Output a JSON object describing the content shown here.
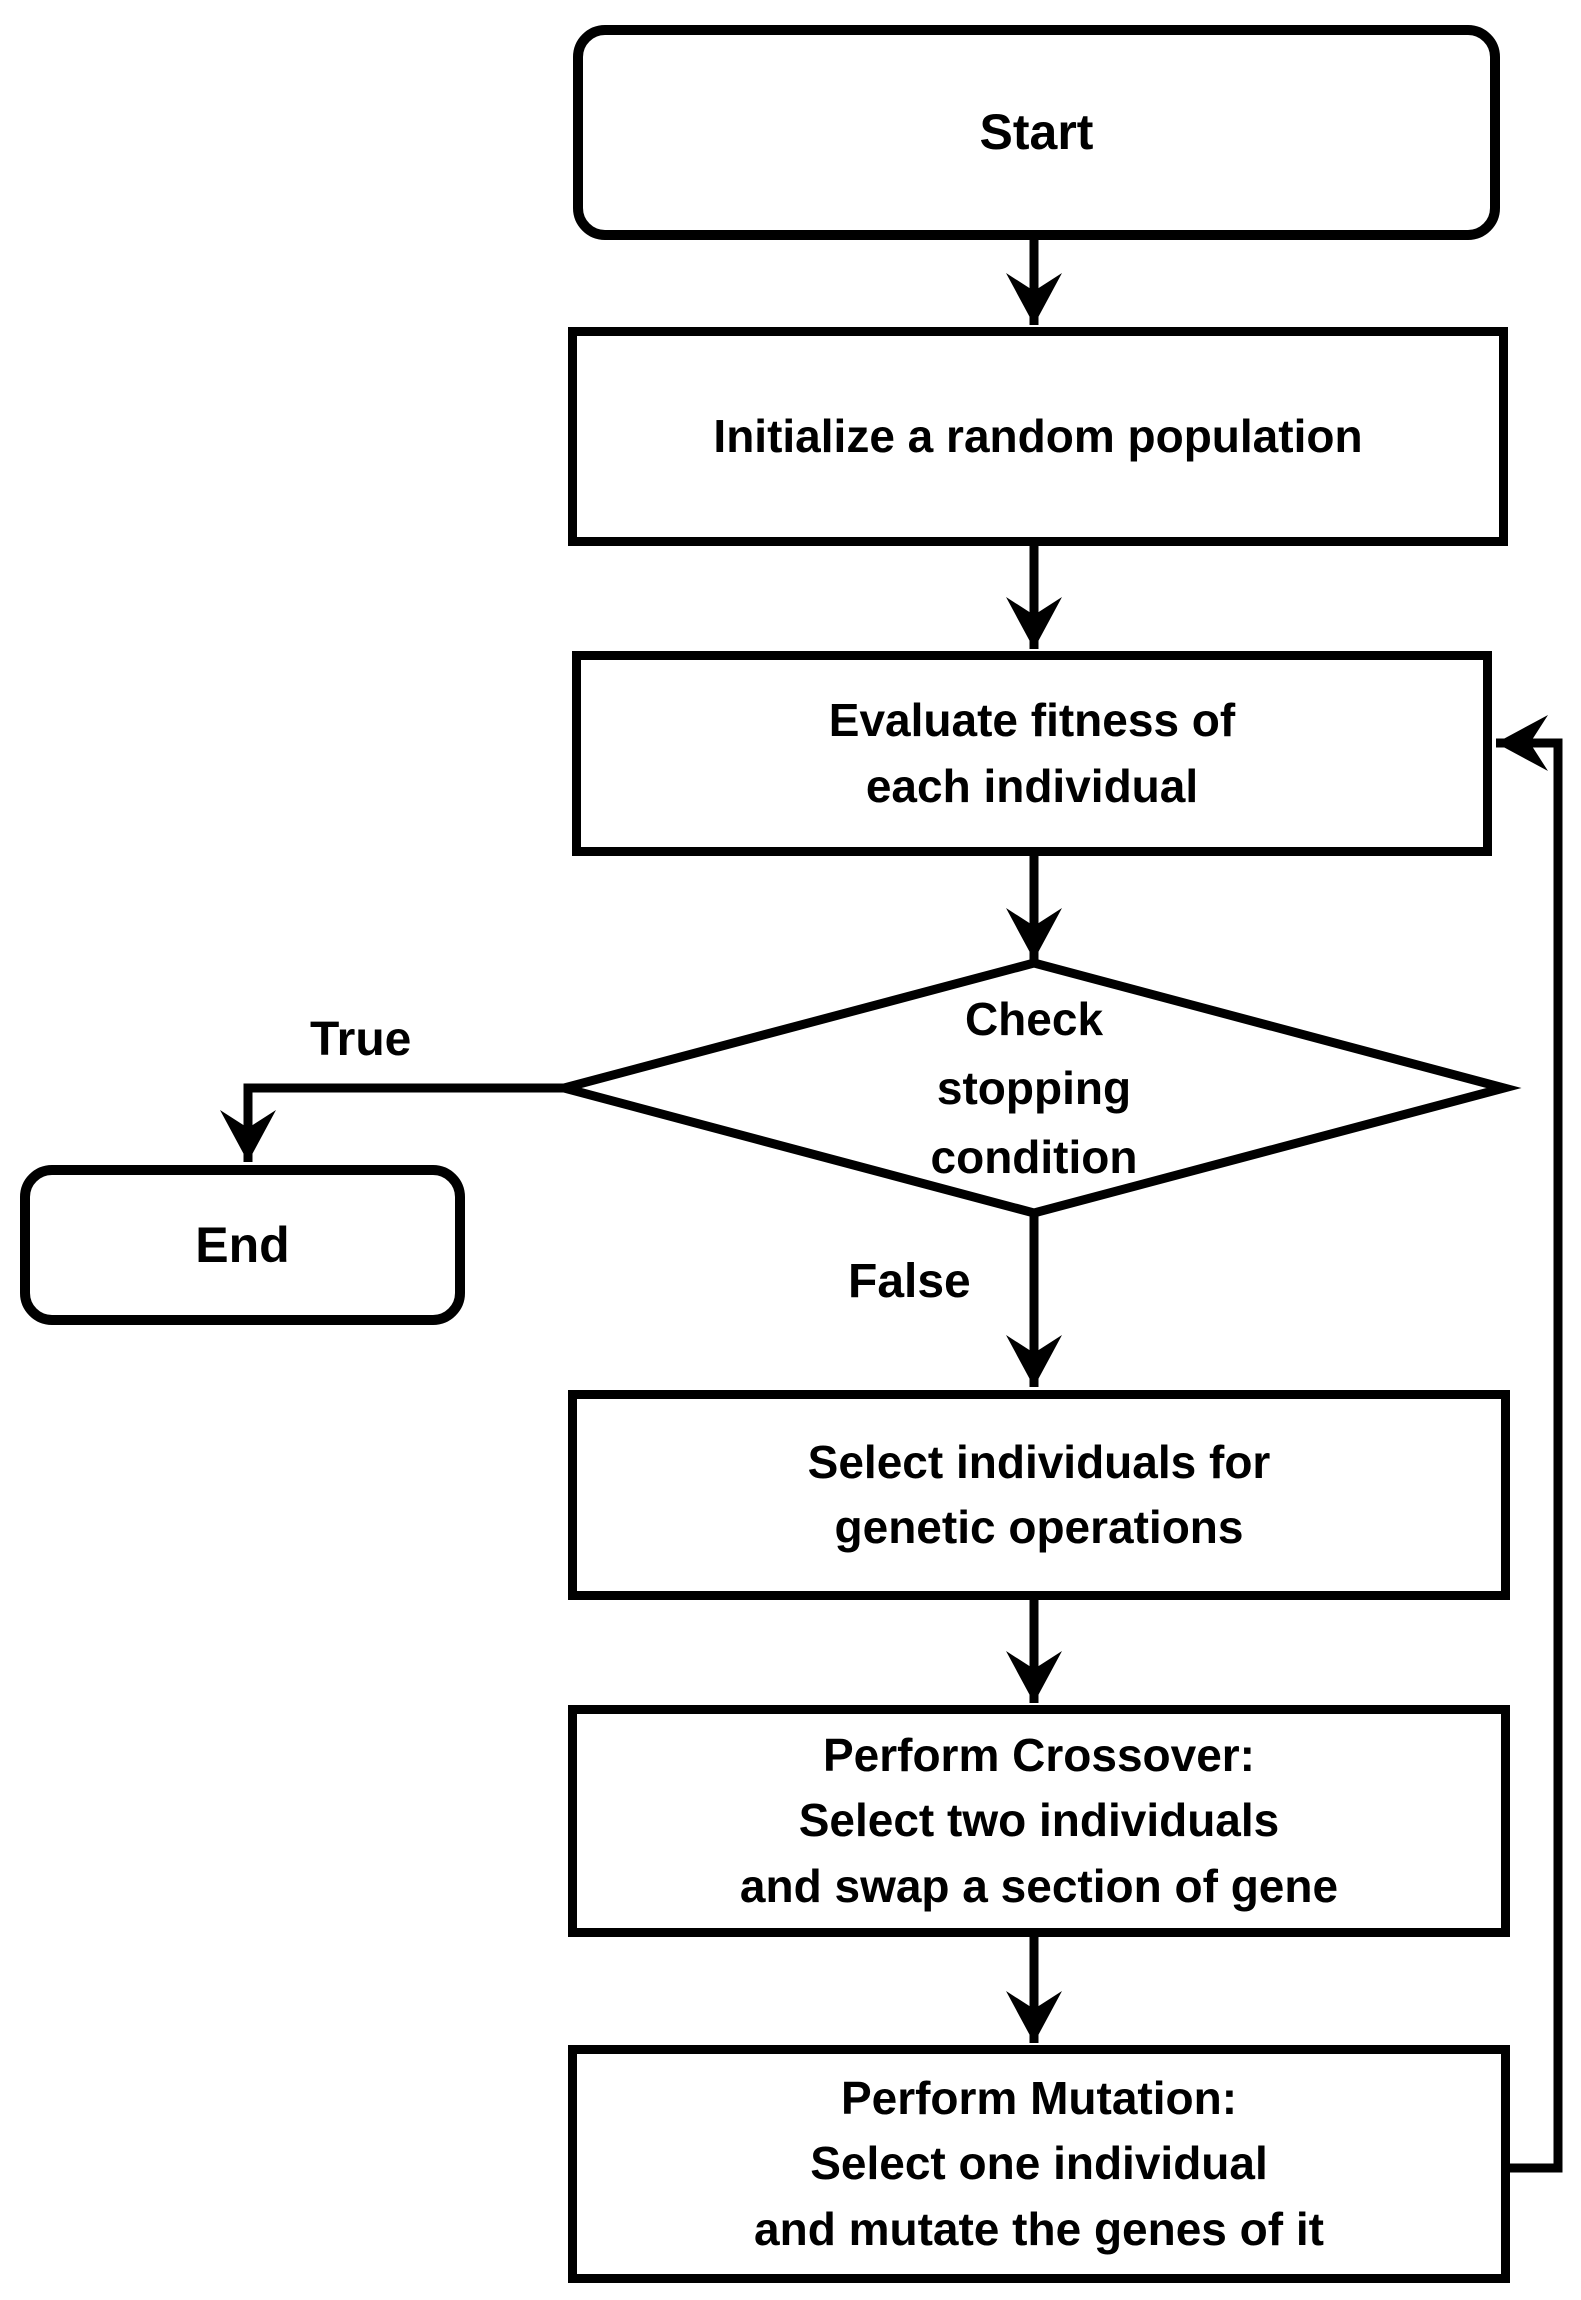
{
  "diagram": {
    "type": "flowchart",
    "topic": "Genetic algorithm loop",
    "colors": {
      "line": "#000000",
      "node_fill": "#ffffff",
      "text": "#000000",
      "background": "#ffffff"
    },
    "nodes": {
      "start": "Start",
      "initialize": "Initialize a random population",
      "evaluate": "Evaluate fitness of\neach individual",
      "decision": "Check\nstopping\ncondition",
      "end": "End",
      "select": "Select individuals for\ngenetic operations",
      "crossover": "Perform Crossover:\nSelect two individuals\nand swap a section of gene",
      "mutation": "Perform Mutation:\nSelect one individual\nand mutate the genes of it"
    },
    "edge_labels": {
      "true_branch": "True",
      "false_branch": "False"
    }
  }
}
